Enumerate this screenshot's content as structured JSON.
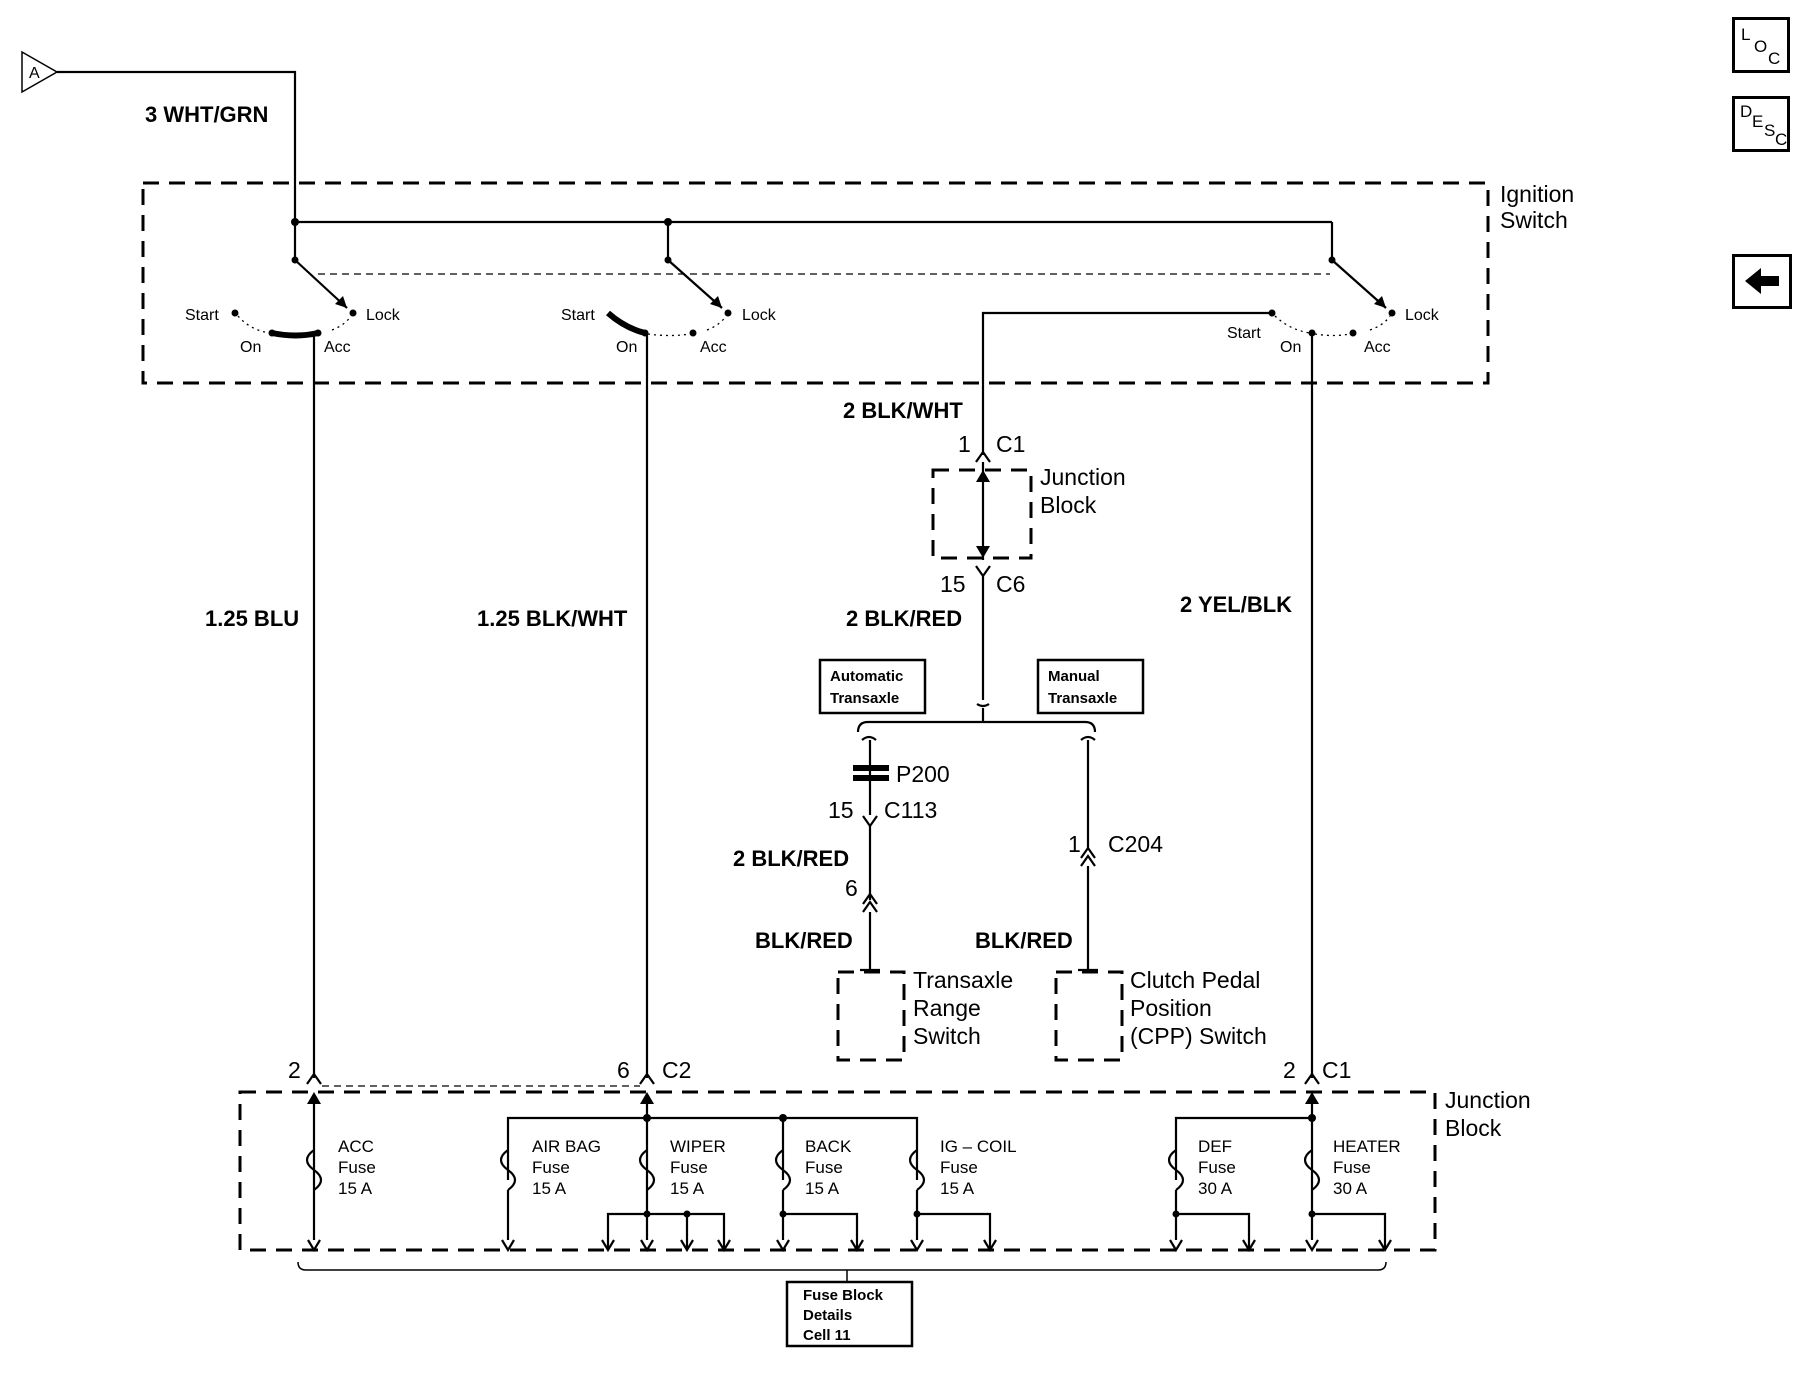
{
  "connector_a": "A",
  "nav": {
    "loc": [
      "L",
      "O",
      "C"
    ],
    "desc": [
      "D",
      "E",
      "S",
      "C"
    ]
  },
  "wires": {
    "feed": "3 WHT/GRN",
    "acc": "1.25 BLU",
    "on": "1.25 BLK/WHT",
    "start_upper": "2 BLK/WHT",
    "start_mid": "2 BLK/RED",
    "heater": "2 YEL/BLK",
    "trs": "2 BLK/RED",
    "trs_lower": "BLK/RED",
    "cpp_lower": "BLK/RED"
  },
  "ignition_switch": {
    "label_1": "Ignition",
    "label_2": "Switch",
    "positions": {
      "start": "Start",
      "lock": "Lock",
      "on": "On",
      "acc": "Acc"
    }
  },
  "junction_block_upper": {
    "label_1": "Junction",
    "label_2": "Block"
  },
  "junction_block_lower": {
    "label_1": "Junction",
    "label_2": "Block"
  },
  "connectors": {
    "c1_pin": "1",
    "c1": "C1",
    "c6_pin": "15",
    "c6": "C6",
    "p200": "P200",
    "c113_pin": "15",
    "c113": "C113",
    "trs_pin": "6",
    "c204_pin": "1",
    "c204": "C204",
    "acc_pin": "2",
    "c2_pin": "6",
    "c2": "C2",
    "c1b_pin": "2",
    "c1b": "C1"
  },
  "transaxle_boxes": {
    "automatic_1": "Automatic",
    "automatic_2": "Transaxle",
    "manual_1": "Manual",
    "manual_2": "Transaxle"
  },
  "components": {
    "trs_1": "Transaxle",
    "trs_2": "Range",
    "trs_3": "Switch",
    "cpp_1": "Clutch Pedal",
    "cpp_2": "Position",
    "cpp_3": "(CPP) Switch"
  },
  "fuses": [
    {
      "name": "ACC",
      "type": "Fuse",
      "rating": "15 A"
    },
    {
      "name": "AIR BAG",
      "type": "Fuse",
      "rating": "15 A"
    },
    {
      "name": "WIPER",
      "type": "Fuse",
      "rating": "15 A"
    },
    {
      "name": "BACK",
      "type": "Fuse",
      "rating": "15 A"
    },
    {
      "name": "IG – COIL",
      "type": "Fuse",
      "rating": "15 A"
    },
    {
      "name": "DEF",
      "type": "Fuse",
      "rating": "30 A"
    },
    {
      "name": "HEATER",
      "type": "Fuse",
      "rating": "30 A"
    }
  ],
  "fuse_block_details": {
    "line_1": "Fuse Block",
    "line_2": "Details",
    "line_3": "Cell 11"
  }
}
